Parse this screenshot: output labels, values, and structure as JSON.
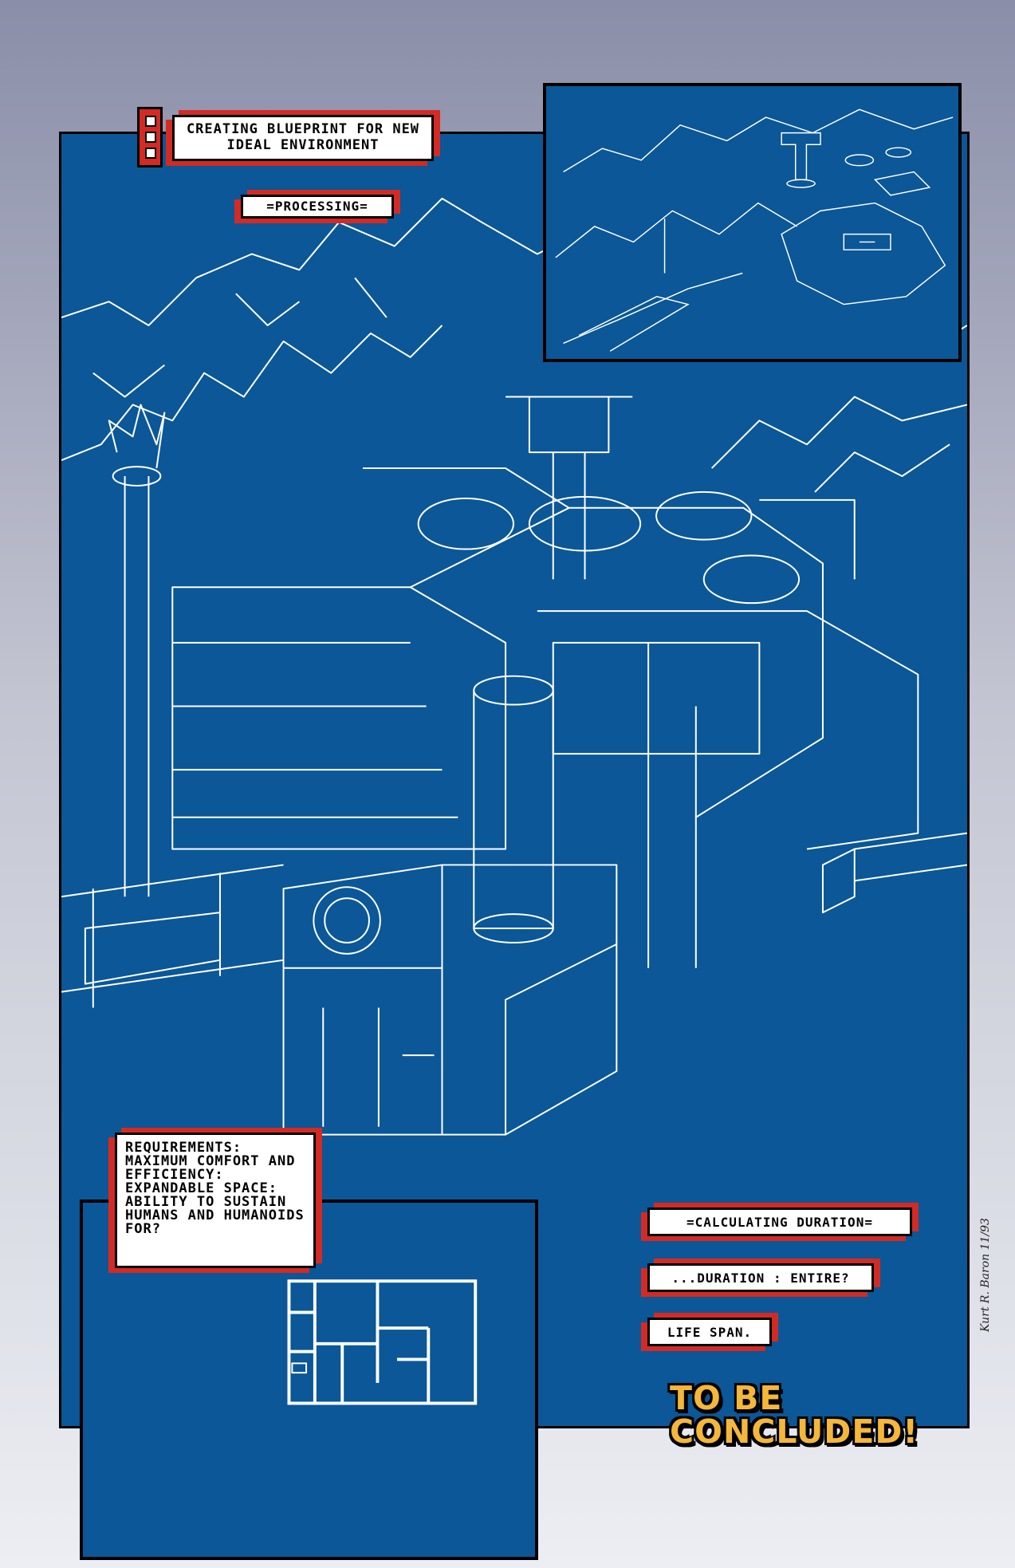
{
  "captions": {
    "blueprint": "Creating blueprint for new ideal environment",
    "processing": "=Processing=",
    "requirements": "Requirements: Maximum comfort and efficiency: Expandable space: Ability to sustain humans and humanoids for?",
    "calculating": "=Calculating duration=",
    "duration": "...Duration : Entire?",
    "lifespan": "Life span."
  },
  "footer": {
    "to_be_concluded": "To be concluded!"
  },
  "signature": "Kurt R. Baron 11/93",
  "colors": {
    "blueprint_blue": "#0b5797",
    "caption_red": "#d42a24",
    "title_yellow": "#f4b73a",
    "line_white": "#ffffff"
  }
}
